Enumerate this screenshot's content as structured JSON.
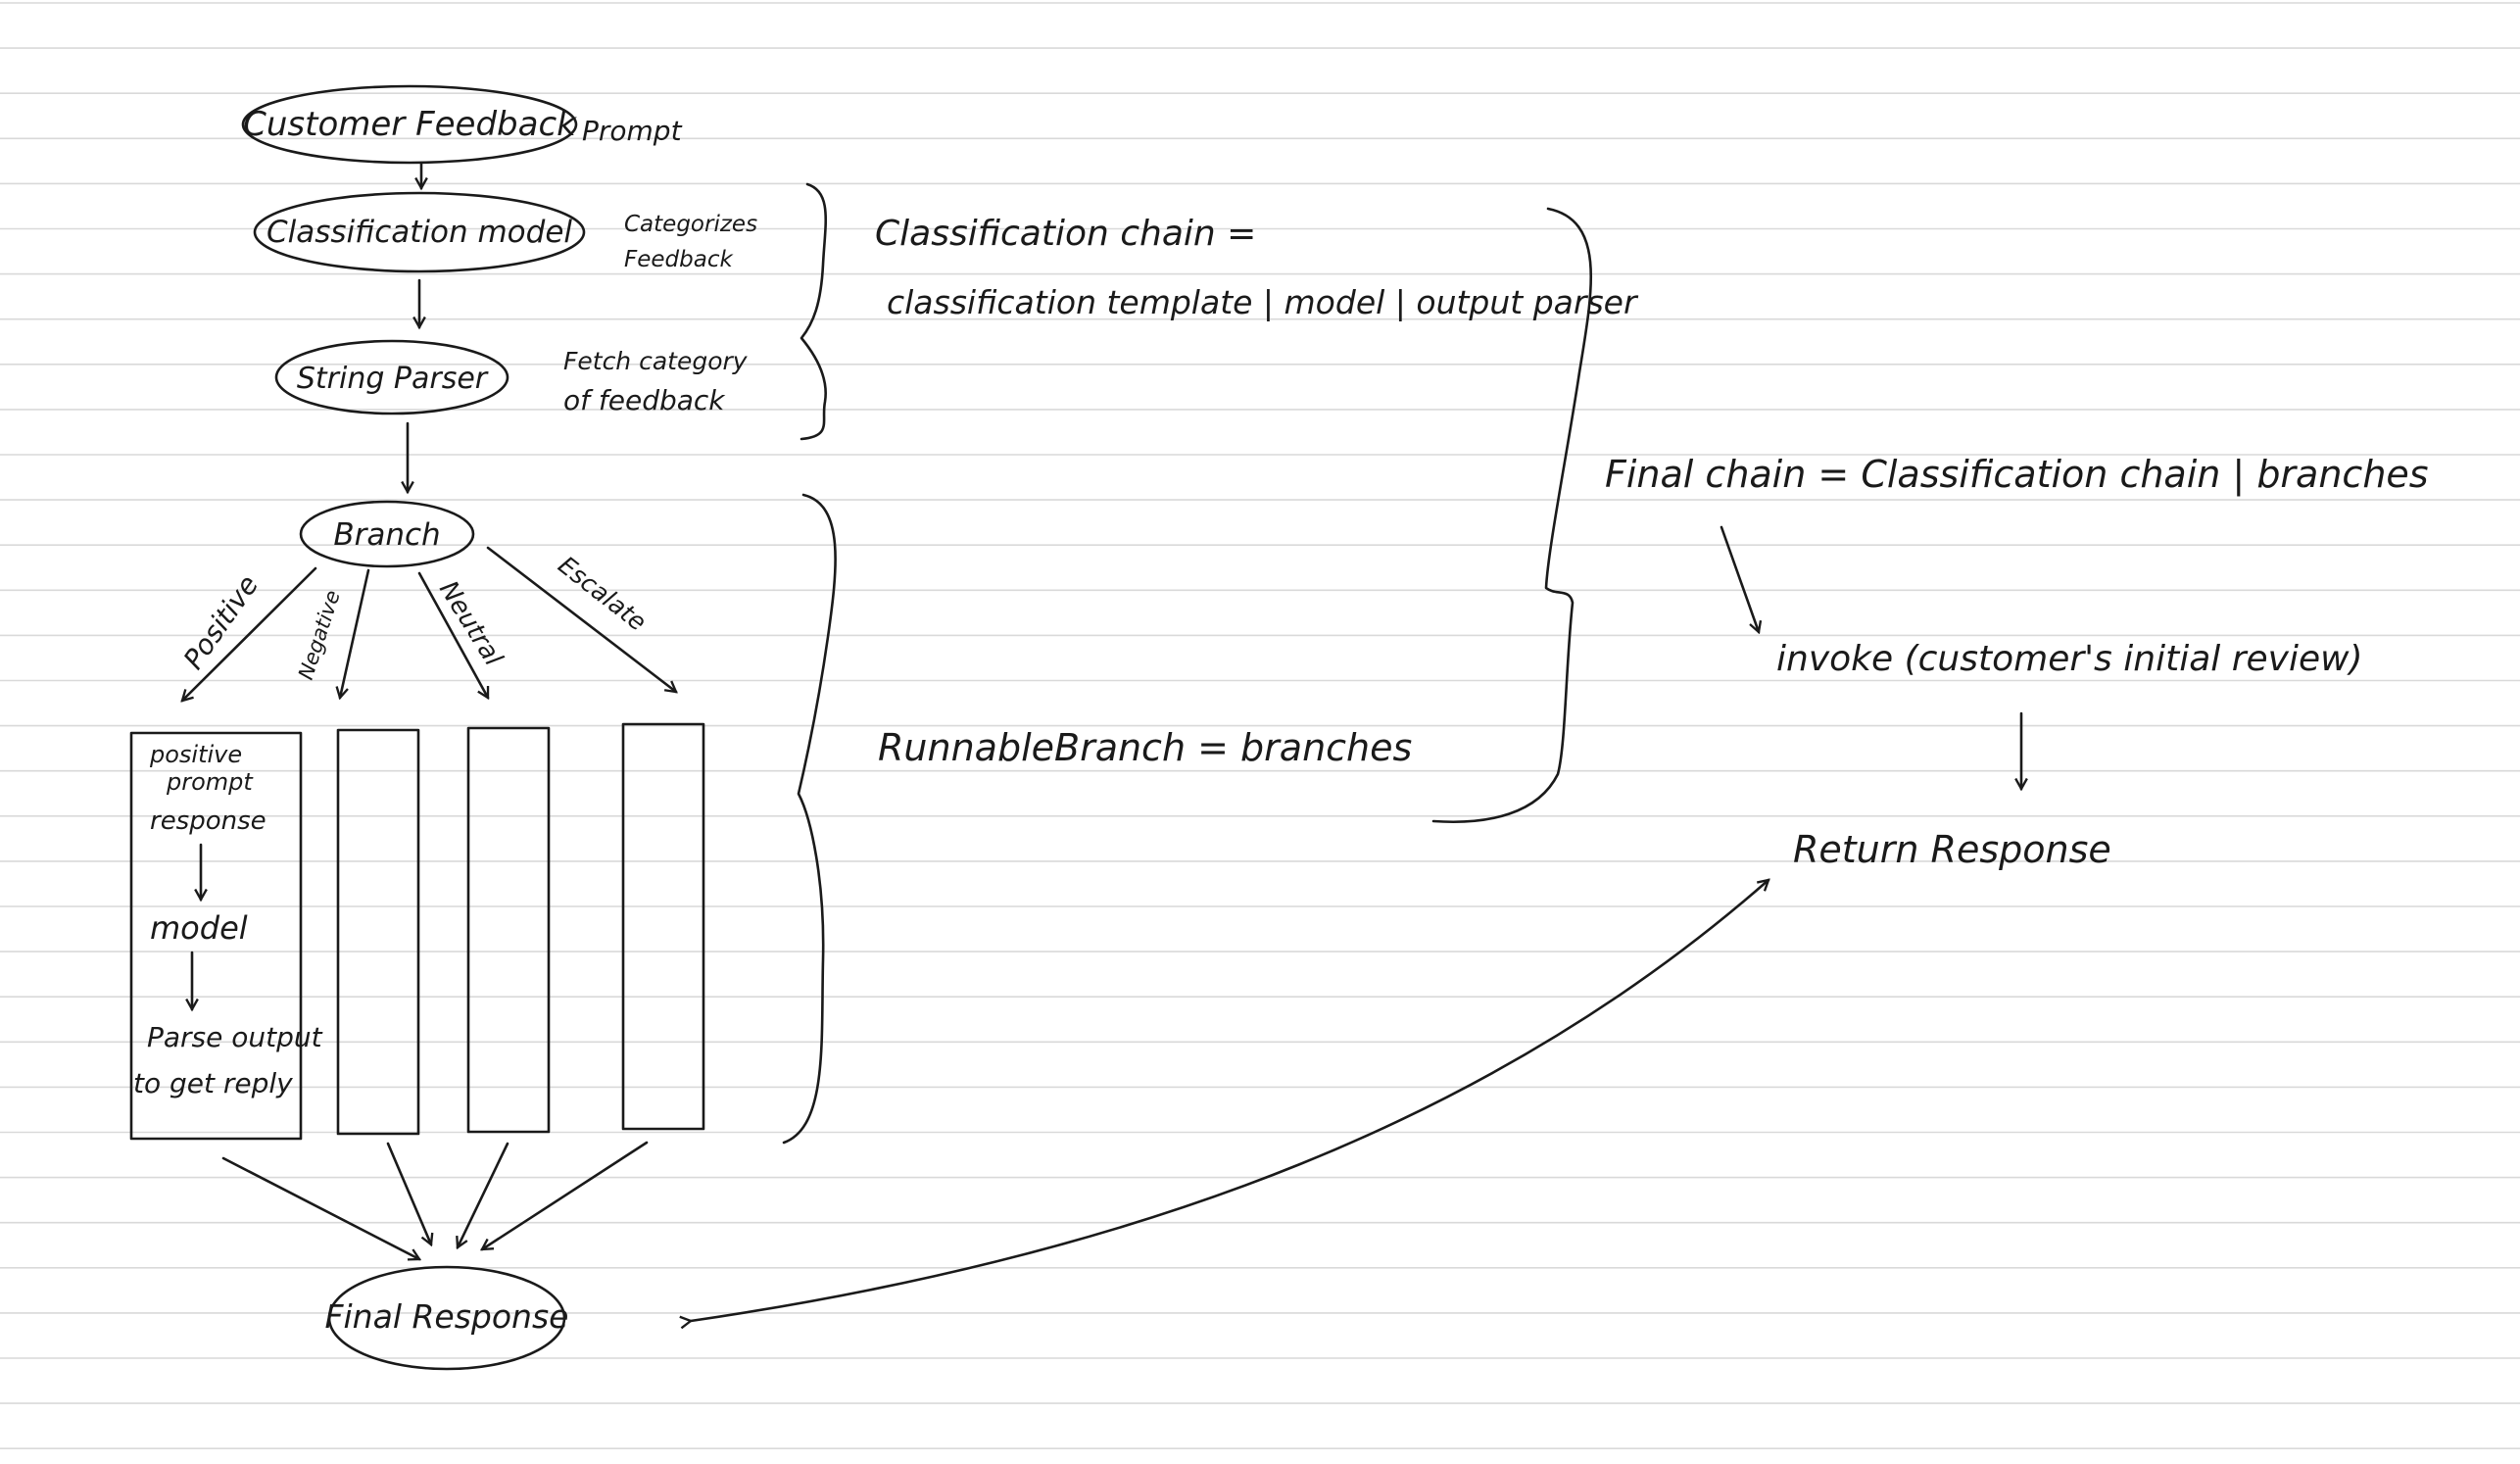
{
  "nodes": {
    "customer_feedback": "Customer Feedback",
    "prompt": "Prompt",
    "classification_model": "Classification model",
    "categorizes_line1": "Categorizes",
    "categorizes_line2": "Feedback",
    "string_parser": "String Parser",
    "fetch_line1": "Fetch category",
    "fetch_line2": "of feedback",
    "branch": "Branch",
    "final_response": "Final Response"
  },
  "branch_labels": {
    "positive": "Positive",
    "negative": "Negative",
    "neutral": "Neutral",
    "escalate": "Escalate"
  },
  "positive_box": {
    "line1": "positive",
    "line2": "prompt",
    "line3": "response",
    "model": "model",
    "parse_line1": "Parse output",
    "parse_line2": "to get reply"
  },
  "annotations": {
    "classification_chain_line1": "Classification chain =",
    "classification_chain_line2": "classification template | model | output parser",
    "runnable_branch": "RunnableBranch = branches",
    "final_chain": "Final chain = Classification chain | branches",
    "invoke": "invoke (customer's initial review)",
    "return_response": "Return Response"
  }
}
